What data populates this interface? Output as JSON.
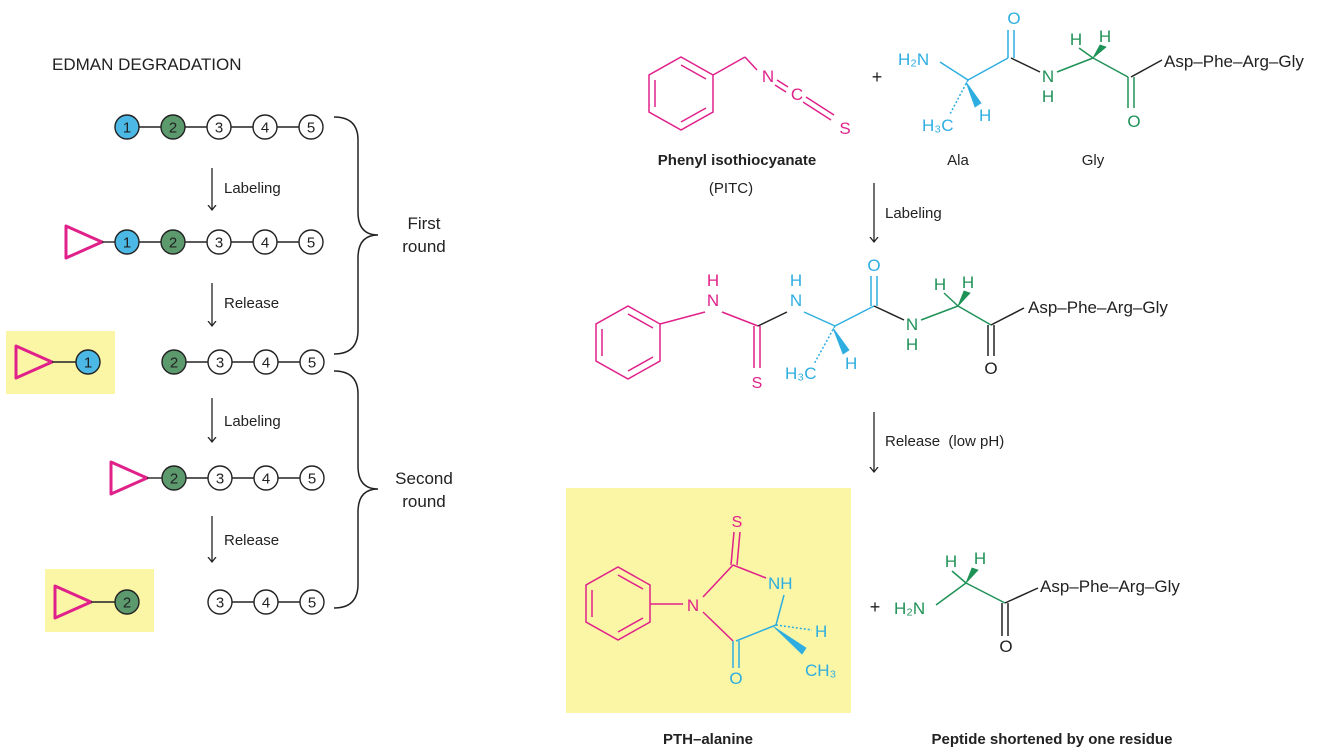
{
  "title": "EDMAN DEGRADATION",
  "colors": {
    "residue1": "#4bb8e6",
    "residue2": "#5c9a6e",
    "label": "#e0218a",
    "highlight": "#fbf5a6",
    "ink": "#222222"
  },
  "residue_numbers": [
    "1",
    "2",
    "3",
    "4",
    "5"
  ],
  "steps": {
    "labeling": "Labeling",
    "release": "Release",
    "release_low_ph": "Release  (low pH)"
  },
  "rounds": {
    "first_line1": "First",
    "first_line2": "round",
    "second_line1": "Second",
    "second_line2": "round"
  },
  "reagent": {
    "name": "Phenyl isothiocyanate",
    "abbrev": "(PITC)",
    "atom_n": "N",
    "atom_c": "C",
    "atom_s": "S"
  },
  "plus": "+",
  "peptide": {
    "ala_label": "Ala",
    "gly_label": "Gly",
    "tail": "Asp–Phe–Arg–Gly",
    "atom_h2n": "H₂N",
    "atom_h3c": "H₃C",
    "atom_h": "H",
    "atom_o": "O",
    "atom_n": "N",
    "atom_nh": "NH",
    "atom_s": "S",
    "atom_ch3": "CH₃"
  },
  "products": {
    "pth_name": "PTH–alanine",
    "shortened_name": "Peptide shortened by one residue"
  }
}
